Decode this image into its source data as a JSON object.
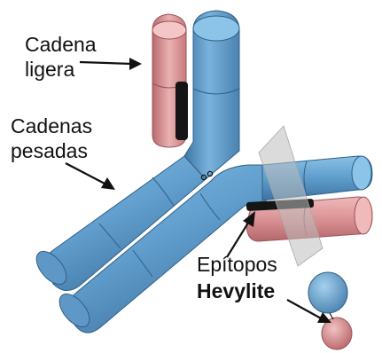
{
  "labels": {
    "light_chain": "Cadena\nligera",
    "heavy_chains": "Cadenas\npesadas",
    "epitopes_line1": "Epítopos",
    "epitopes_line2": "Hevylite"
  },
  "colors": {
    "heavy_chain": "#6aa6d2",
    "heavy_chain_dark": "#3f77a6",
    "light_chain": "#e0a0a2",
    "light_chain_dark": "#b8686c",
    "epitope_band": "#151515",
    "antigen_plane": "#bfbfbf",
    "text": "#111111"
  }
}
